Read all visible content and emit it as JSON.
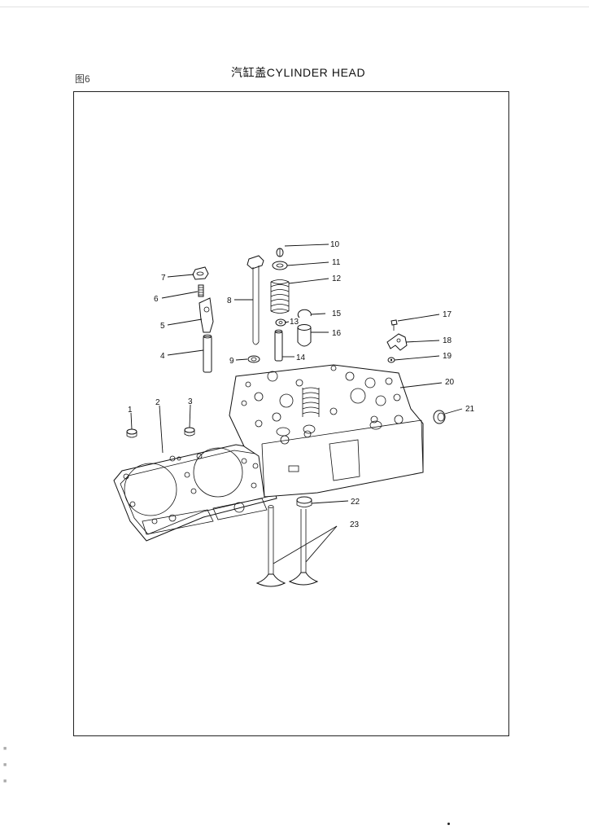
{
  "header": {
    "figure_label": "图6",
    "title": "汽缸盖CYLINDER HEAD"
  },
  "callouts": [
    "1",
    "2",
    "3",
    "4",
    "5",
    "6",
    "7",
    "8",
    "9",
    "10",
    "11",
    "12",
    "13",
    "14",
    "15",
    "16",
    "17",
    "18",
    "19",
    "20",
    "21",
    "22",
    "23"
  ],
  "margin_marks": [
    "■",
    "■",
    "■"
  ]
}
